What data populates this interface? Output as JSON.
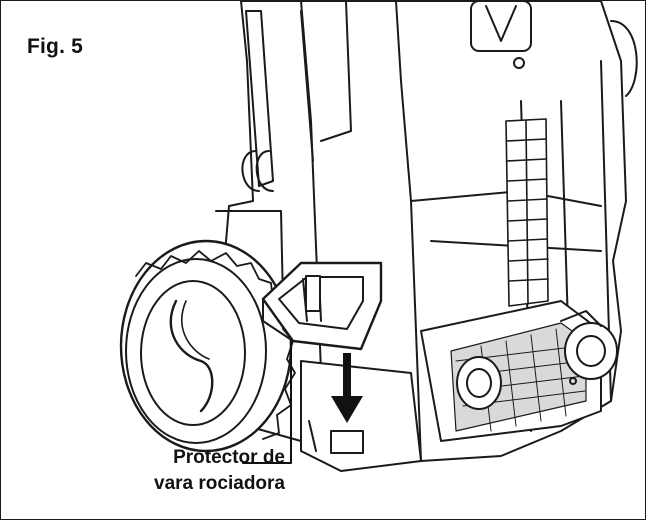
{
  "figure": {
    "label": "Fig. 5"
  },
  "callout": {
    "line1": "Protector de",
    "line2": "vara rociadora"
  },
  "colors": {
    "ink": "#111111",
    "background": "#ffffff",
    "line_gray": "#1a1a1a",
    "shade_gray": "#d9d9d9"
  },
  "icons": {
    "arrow": "down-arrow-icon"
  }
}
